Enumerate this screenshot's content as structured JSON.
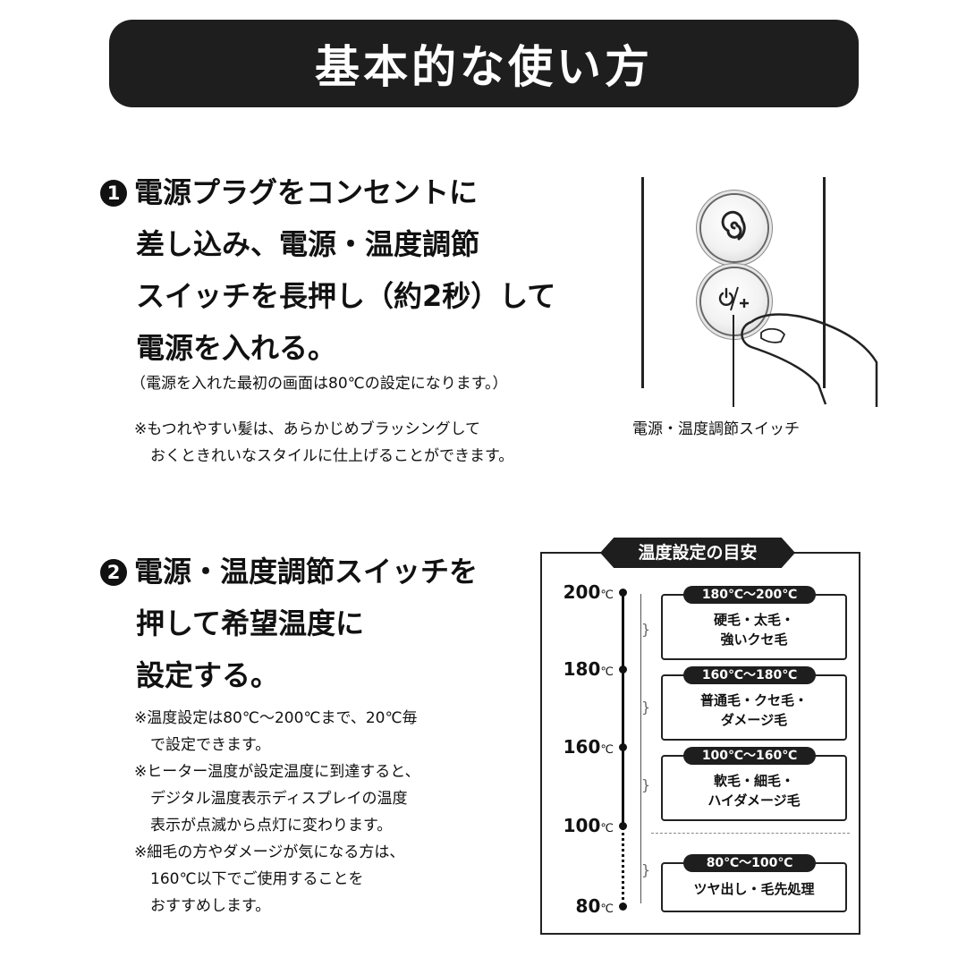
{
  "title": "基本的な使い方",
  "step1": {
    "number": "1",
    "heading_lines": [
      "電源プラグをコンセントに",
      "差し込み、電源・温度調節",
      "スイッチを長押し（約2秒）して",
      "電源を入れる。"
    ],
    "note_paren": "（電源を入れた最初の画面は80℃の設定になります。）",
    "note_lines": [
      "※もつれやすい髪は、あらかじめブラッシングして",
      "おくときれいなスタイルに仕上げることができます。"
    ]
  },
  "device": {
    "caption": "電源・温度調節スイッチ",
    "top_button_icon": "swirl-icon",
    "bottom_button_icon": "power-plus-icon"
  },
  "step2": {
    "number": "2",
    "heading_lines": [
      "電源・温度調節スイッチを",
      "押して希望温度に",
      "設定する。"
    ],
    "notes": [
      [
        "※温度設定は80℃～200℃まで、20℃毎",
        "で設定できます。"
      ],
      [
        "※ヒーター温度が設定温度に到達すると、",
        "デジタル温度表示ディスプレイの温度",
        "表示が点滅から点灯に変わります。"
      ],
      [
        "※細毛の方やダメージが気になる方は、",
        "160℃以下でご使用することを",
        "おすすめします。"
      ]
    ]
  },
  "guide": {
    "title": "温度設定の目安",
    "unit": "℃",
    "temps": [
      "200",
      "180",
      "160",
      "100",
      "80"
    ],
    "ranges": [
      {
        "label": "180℃～200℃",
        "lines": [
          "硬毛・太毛・",
          "強いクセ毛"
        ]
      },
      {
        "label": "160℃～180℃",
        "lines": [
          "普通毛・クセ毛・",
          "ダメージ毛"
        ]
      },
      {
        "label": "100℃～160℃",
        "lines": [
          "軟毛・細毛・",
          "ハイダメージ毛"
        ]
      },
      {
        "label": "80℃～100℃",
        "lines": [
          "ツヤ出し・毛先処理"
        ]
      }
    ]
  }
}
